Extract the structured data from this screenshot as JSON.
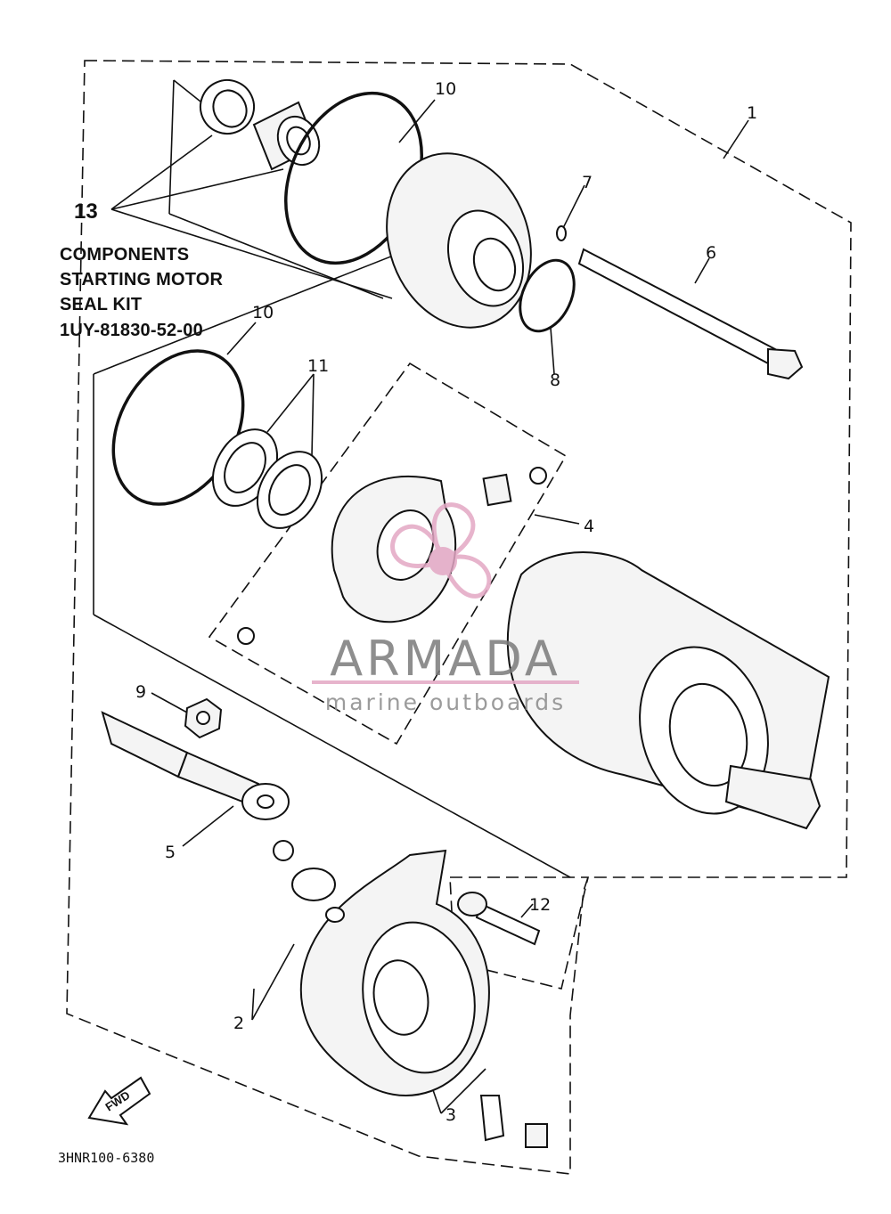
{
  "callouts": {
    "c1": "1",
    "c2": "2",
    "c3": "3",
    "c4": "4",
    "c5": "5",
    "c6": "6",
    "c7": "7",
    "c8": "8",
    "c9": "9",
    "c10a": "10",
    "c10b": "10",
    "c11": "11",
    "c12": "12",
    "c13": "13"
  },
  "info_block": {
    "line1": "COMPONENTS",
    "line2": "STARTING MOTOR",
    "line3": "SEAL KIT",
    "line4": "1UY-81830-52-00"
  },
  "fwd_label": "FWD",
  "drawing_code": "3HNR100-6380",
  "watermark": {
    "name": "ARMADA",
    "tagline": "marine outboards",
    "color": "#e3a7c4"
  }
}
